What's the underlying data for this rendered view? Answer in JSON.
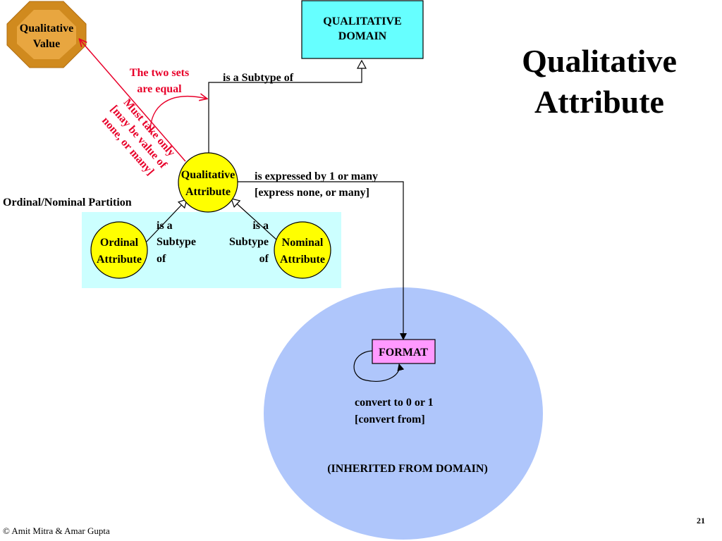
{
  "slide": {
    "title_line1": "Qualitative",
    "title_line2": "Attribute",
    "footer": "© Amit Mitra & Amar Gupta",
    "page_number": "21"
  },
  "nodes": {
    "qualitative_value": {
      "line1": "Qualitative",
      "line2": "Value"
    },
    "qualitative_domain": {
      "line1": "QUALITATIVE",
      "line2": "DOMAIN"
    },
    "qualitative_attribute": {
      "line1": "Qualitative",
      "line2": "Attribute"
    },
    "ordinal_attribute": {
      "line1": "Ordinal",
      "line2": "Attribute"
    },
    "nominal_attribute": {
      "line1": "Nominal",
      "line2": "Attribute"
    },
    "format": {
      "label": "FORMAT"
    }
  },
  "labels": {
    "two_sets_equal_1": "The two sets",
    "two_sets_equal_2": "are equal",
    "must_take_1": "Must take only",
    "must_take_2": "[may be value of",
    "must_take_3": "none, or many]",
    "subtype_of_domain": "is a Subtype of",
    "expressed_by_1": "is expressed by 1 or many",
    "expressed_by_2": "[express none, or many]",
    "partition": "Ordinal/Nominal Partition",
    "ordinal_subtype_1": "is a",
    "ordinal_subtype_2": "Subtype",
    "ordinal_subtype_3": "of",
    "nominal_subtype_1": "is a",
    "nominal_subtype_2": "Subtype",
    "nominal_subtype_3": "of",
    "convert_1": "convert to 0 or 1",
    "convert_2": "[convert from]",
    "inherited": "(INHERITED FROM DOMAIN)"
  },
  "colors": {
    "octagon_fill": "#d08a1e",
    "octagon_inner": "#e8a640",
    "domain_fill": "#66ffff",
    "attribute_fill": "#ffff00",
    "partition_fill": "#ccffff",
    "domain_ellipse_fill": "#afc6fb",
    "format_fill": "#ff99ff",
    "red": "#e8002a"
  }
}
